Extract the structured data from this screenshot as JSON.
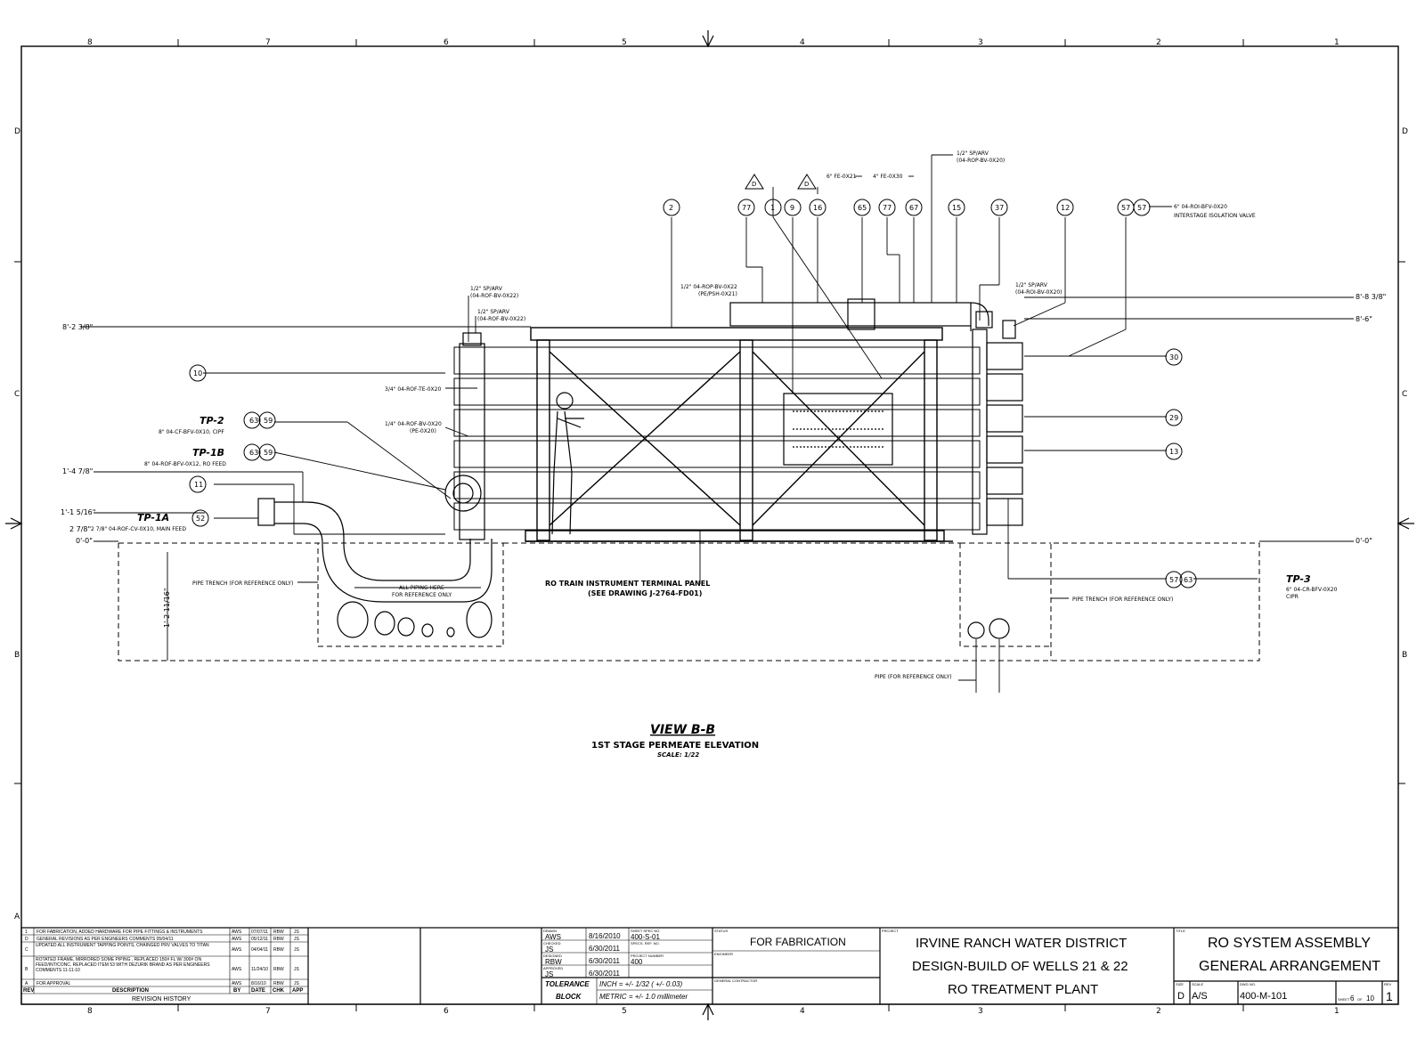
{
  "border": {
    "col_labels": [
      "8",
      "7",
      "6",
      "5",
      "4",
      "3",
      "2",
      "1"
    ],
    "row_labels": [
      "D",
      "C",
      "B",
      "A"
    ]
  },
  "view": {
    "title": "VIEW B-B",
    "subtitle": "1ST STAGE PERMEATE ELEVATION",
    "scale": "SCALE: 1/22"
  },
  "dimensions": {
    "left_top": "8'-2 3/8\"",
    "tp1b_level": "1'-4 7/8\"",
    "tp1a_level": "1'-1 5/16\"",
    "feed_level": "2 7/8\"",
    "zero_left": "0'-0\"",
    "zero_right": "0'-0\"",
    "right_top": "8'-8 3/8\"",
    "right_second": "8'-6\"",
    "trench_depth": "1'-2 11/16\""
  },
  "tap_points": {
    "tp2": {
      "label": "TP-2",
      "desc": "8\" 04-CF-BFV-0X10, CIPF",
      "balloons": [
        "63",
        "59"
      ]
    },
    "tp1b": {
      "label": "TP-1B",
      "desc": "8\" 04-ROF-BFV-0X12, RO FEED",
      "balloons": [
        "63",
        "59"
      ]
    },
    "tp1a": {
      "label": "TP-1A",
      "desc": "2 7/8\" 04-ROF-CV-0X10, MAIN FEED",
      "balloons": [
        "52"
      ]
    },
    "tp3": {
      "label": "TP-3",
      "desc1": "6\" 04-CR-BFV-0X20",
      "desc2": "CIPR",
      "balloons": [
        "57",
        "63"
      ]
    }
  },
  "callouts": {
    "rof_bv_22_a": [
      "1/2\" SP/ARV",
      "(04-ROF-BV-0X22)"
    ],
    "rof_bv_22_b": [
      "1/2\" SP/ARV",
      "(04-ROF-BV-0X22)"
    ],
    "rof_te_20": "3/4\" 04-ROF-TE-0X20",
    "rof_bv_20": [
      "1/4\" 04-ROF-BV-0X20",
      "(PE-0X20)"
    ],
    "rop_bv_22": [
      "1/2\" 04-ROP-BV-0X22",
      "(PE/PSH-0X21)"
    ],
    "fe_21": "6\" FE-0X21",
    "fe_30": "4\" FE-0X30",
    "rop_arv_20": [
      "1/2\" SP/ARV",
      "(04-ROP-BV-0X20)"
    ],
    "roi_arv_20": [
      "1/2\" SP/ARV",
      "(04-ROI-BV-0X20)"
    ],
    "roi_bfv_20": [
      "6\" 04-ROI-BFV-0X20",
      "INTERSTAGE ISOLATION VALVE"
    ],
    "panel": [
      "RO TRAIN INSTRUMENT TERMINAL PANEL",
      "(SEE DRAWING J-2764-FD01)"
    ],
    "trench_left": "PIPE TRENCH (FOR REFERENCE ONLY)",
    "trench_right": "PIPE TRENCH (FOR REFERENCE ONLY)",
    "all_piping": [
      "ALL PIPING HERE",
      "FOR REFERENCE ONLY"
    ],
    "pipe_ref": "PIPE (FOR REFERENCE ONLY)"
  },
  "balloons_top": [
    "2",
    "77",
    "1",
    "9",
    "16",
    "65",
    "77",
    "67",
    "15",
    "37",
    "12",
    "57",
    "57"
  ],
  "balloon_10": "10",
  "balloon_11": "11",
  "balloon_30": "30",
  "balloon_29": "29",
  "balloon_13": "13",
  "delta_rev": "D",
  "revisions": {
    "rows": [
      {
        "rev": "1",
        "desc": "FOR FABRICATION, ADDED HARDWARE FOR PIPE FITTINGS & INSTRUMENTS",
        "by": "AWS",
        "date": "07/07/11",
        "chk": "RBW",
        "app": "JS"
      },
      {
        "rev": "D",
        "desc": "GENERAL REVISIONS AS PER ENGINEERS COMMENTS 05/04/11",
        "by": "AWS",
        "date": "05/12/11",
        "chk": "RBW",
        "app": "JS"
      },
      {
        "rev": "C",
        "desc": "UPDATED ALL INSTRUMENT TAPPING POINTS, CHAINGED PRV VALVES TO TITAN",
        "by": "AWS",
        "date": "04/04/11",
        "chk": "RBW",
        "app": "JS"
      },
      {
        "rev": "B",
        "desc": "ROTATED FRAME, MIRRORED SOME PIPING , REPLACED 150# FL W/ 300# ON FEED/INT/CONC.  REPLACED ITEM 53 WITH DEZURIK BRAND AS PER ENGINEERS COMMENTS 11-11-10",
        "by": "AWS",
        "date": "11/24/10",
        "chk": "RBW",
        "app": "JS"
      },
      {
        "rev": "A",
        "desc": "FOR APPROVAL",
        "by": "AWS",
        "date": "8/16/10",
        "chk": "RBW",
        "app": "JS"
      }
    ],
    "headers": {
      "rev": "REV",
      "desc": "DESCRIPTION",
      "by": "BY",
      "date": "DATE",
      "chk": "CHK",
      "app": "APP"
    },
    "caption": "REVISION HISTORY"
  },
  "signoff": {
    "drawn_by": "AWS",
    "drawn_date": "8/16/2010",
    "drawn_label": "DRAWN",
    "checked_by": "JS",
    "checked_date": "6/30/2011",
    "checked_label": "CHECKED",
    "design_by": "RBW",
    "design_date": "6/30/2011",
    "design_label": "DESIGNED",
    "approved_by": "JS",
    "approved_date": "6/30/2011",
    "approved_label": "APPROVED",
    "ref1_label": "SHEET SPEC NO.",
    "ref1": "400-S-01",
    "ref2_label": "SPECS. REF. NO.",
    "ref3_label": "PROJECT NUMBER",
    "ref3": "400",
    "tolerance_1": "TOLERANCE",
    "tolerance_2": "BLOCK",
    "tol_inch": "INCH = +/- 1/32 ( +/- 0.03)",
    "tol_metric": "METRIC = +/- 1.0 millimeter"
  },
  "status": {
    "label": "STATUS",
    "value": "FOR FABRICATION",
    "engineer_label": "ENGINEER",
    "contractor_label": "GENERAL CONTRACTOR"
  },
  "project": {
    "label": "PROJECT",
    "line1": "IRVINE RANCH WATER DISTRICT",
    "line2": "DESIGN-BUILD OF WELLS 21 & 22",
    "line3": "RO TREATMENT PLANT"
  },
  "title_block": {
    "label": "TITLE",
    "line1": "RO SYSTEM ASSEMBLY",
    "line2": "GENERAL ARRANGEMENT",
    "size_label": "SIZE",
    "size": "D",
    "scale_label": "SCALE",
    "scale": "A/S",
    "dwg_label": "DWG NO.",
    "dwg": "400-M-101",
    "sheet_label": "SHEET",
    "sheet": "6",
    "of_label": "OF",
    "of": "10",
    "rev_label": "REV",
    "rev": "1"
  }
}
